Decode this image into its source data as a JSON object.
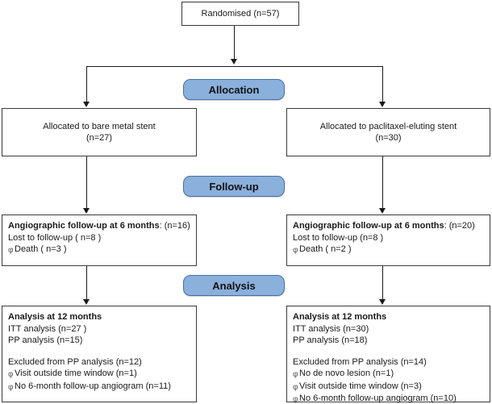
{
  "diagram": {
    "title": "CONSORT participant flow diagram",
    "accent_color": "#8ab0dc",
    "border_color": "#3a3a3a",
    "bullet_glyph": "φ"
  },
  "enrollment": {
    "randomised_label": "Randomised (n=57)"
  },
  "stages": {
    "allocation": "Allocation",
    "followup": "Follow-up",
    "analysis": "Analysis"
  },
  "allocation": {
    "left": {
      "line1": "Allocated to bare metal stent",
      "line2": "(n=27)"
    },
    "right": {
      "line1": "Allocated to paclitaxel-eluting stent",
      "line2": "(n=30)"
    }
  },
  "followup": {
    "left": {
      "header_bold": "Angiographic follow-up at 6 months",
      "header_value": ": (n=16)",
      "lost": "Lost to follow-up ( n=8 )",
      "death": "Death ( n=3 )"
    },
    "right": {
      "header_bold": "Angiographic follow-up at 6 months",
      "header_value": ": (n=20)",
      "lost": "Lost to follow-up (n=8 )",
      "death": "Death ( n=2 )"
    }
  },
  "analysis": {
    "left": {
      "header": "Analysis at 12 months",
      "itt": "ITT analysis (n=27 )",
      "pp": "PP analysis (n=15)",
      "excluded_header": "Excluded from PP analysis (n=12)",
      "excluded_items": [
        "Visit outside time window (n=1)",
        "No 6-month follow-up angiogram (n=11)"
      ]
    },
    "right": {
      "header": "Analysis at 12 months",
      "itt": "ITT analysis (n=30)",
      "pp": "PP analysis (n=18)",
      "excluded_header": "Excluded from PP analysis (n=14)",
      "excluded_items": [
        "No de novo lesion (n=1)",
        "Visit outside time window (n=3)",
        "No 6-month follow-up angiogram (n=10)"
      ]
    }
  }
}
